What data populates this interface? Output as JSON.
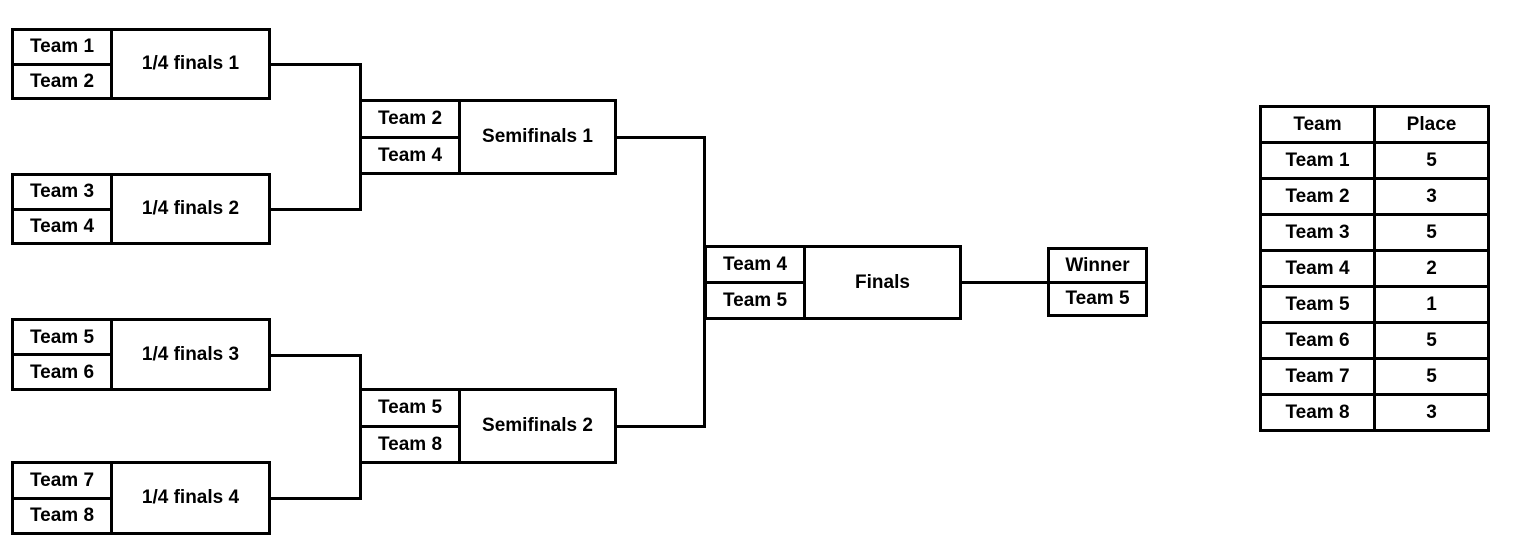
{
  "bracket": {
    "quarterfinals": [
      {
        "label": "1/4 finals 1",
        "slots": [
          "Team 1",
          "Team 2"
        ]
      },
      {
        "label": "1/4 finals 2",
        "slots": [
          "Team 3",
          "Team 4"
        ]
      },
      {
        "label": "1/4 finals 3",
        "slots": [
          "Team 5",
          "Team 6"
        ]
      },
      {
        "label": "1/4 finals 4",
        "slots": [
          "Team 7",
          "Team 8"
        ]
      }
    ],
    "semifinals": [
      {
        "label": "Semifinals 1",
        "slots": [
          "Team 2",
          "Team 4"
        ]
      },
      {
        "label": "Semifinals 2",
        "slots": [
          "Team 5",
          "Team 8"
        ]
      }
    ],
    "finals": {
      "label": "Finals",
      "slots": [
        "Team 4",
        "Team 5"
      ]
    },
    "winner": {
      "label": "Winner",
      "team": "Team 5"
    }
  },
  "results_table": {
    "headers": [
      "Team",
      "Place"
    ],
    "rows": [
      {
        "team": "Team 1",
        "place": "5"
      },
      {
        "team": "Team 2",
        "place": "3"
      },
      {
        "team": "Team 3",
        "place": "5"
      },
      {
        "team": "Team 4",
        "place": "2"
      },
      {
        "team": "Team 5",
        "place": "1"
      },
      {
        "team": "Team 6",
        "place": "5"
      },
      {
        "team": "Team 7",
        "place": "5"
      },
      {
        "team": "Team 8",
        "place": "3"
      }
    ]
  },
  "colors": {
    "stroke": "#000000",
    "background": "#ffffff",
    "text": "#000000"
  }
}
